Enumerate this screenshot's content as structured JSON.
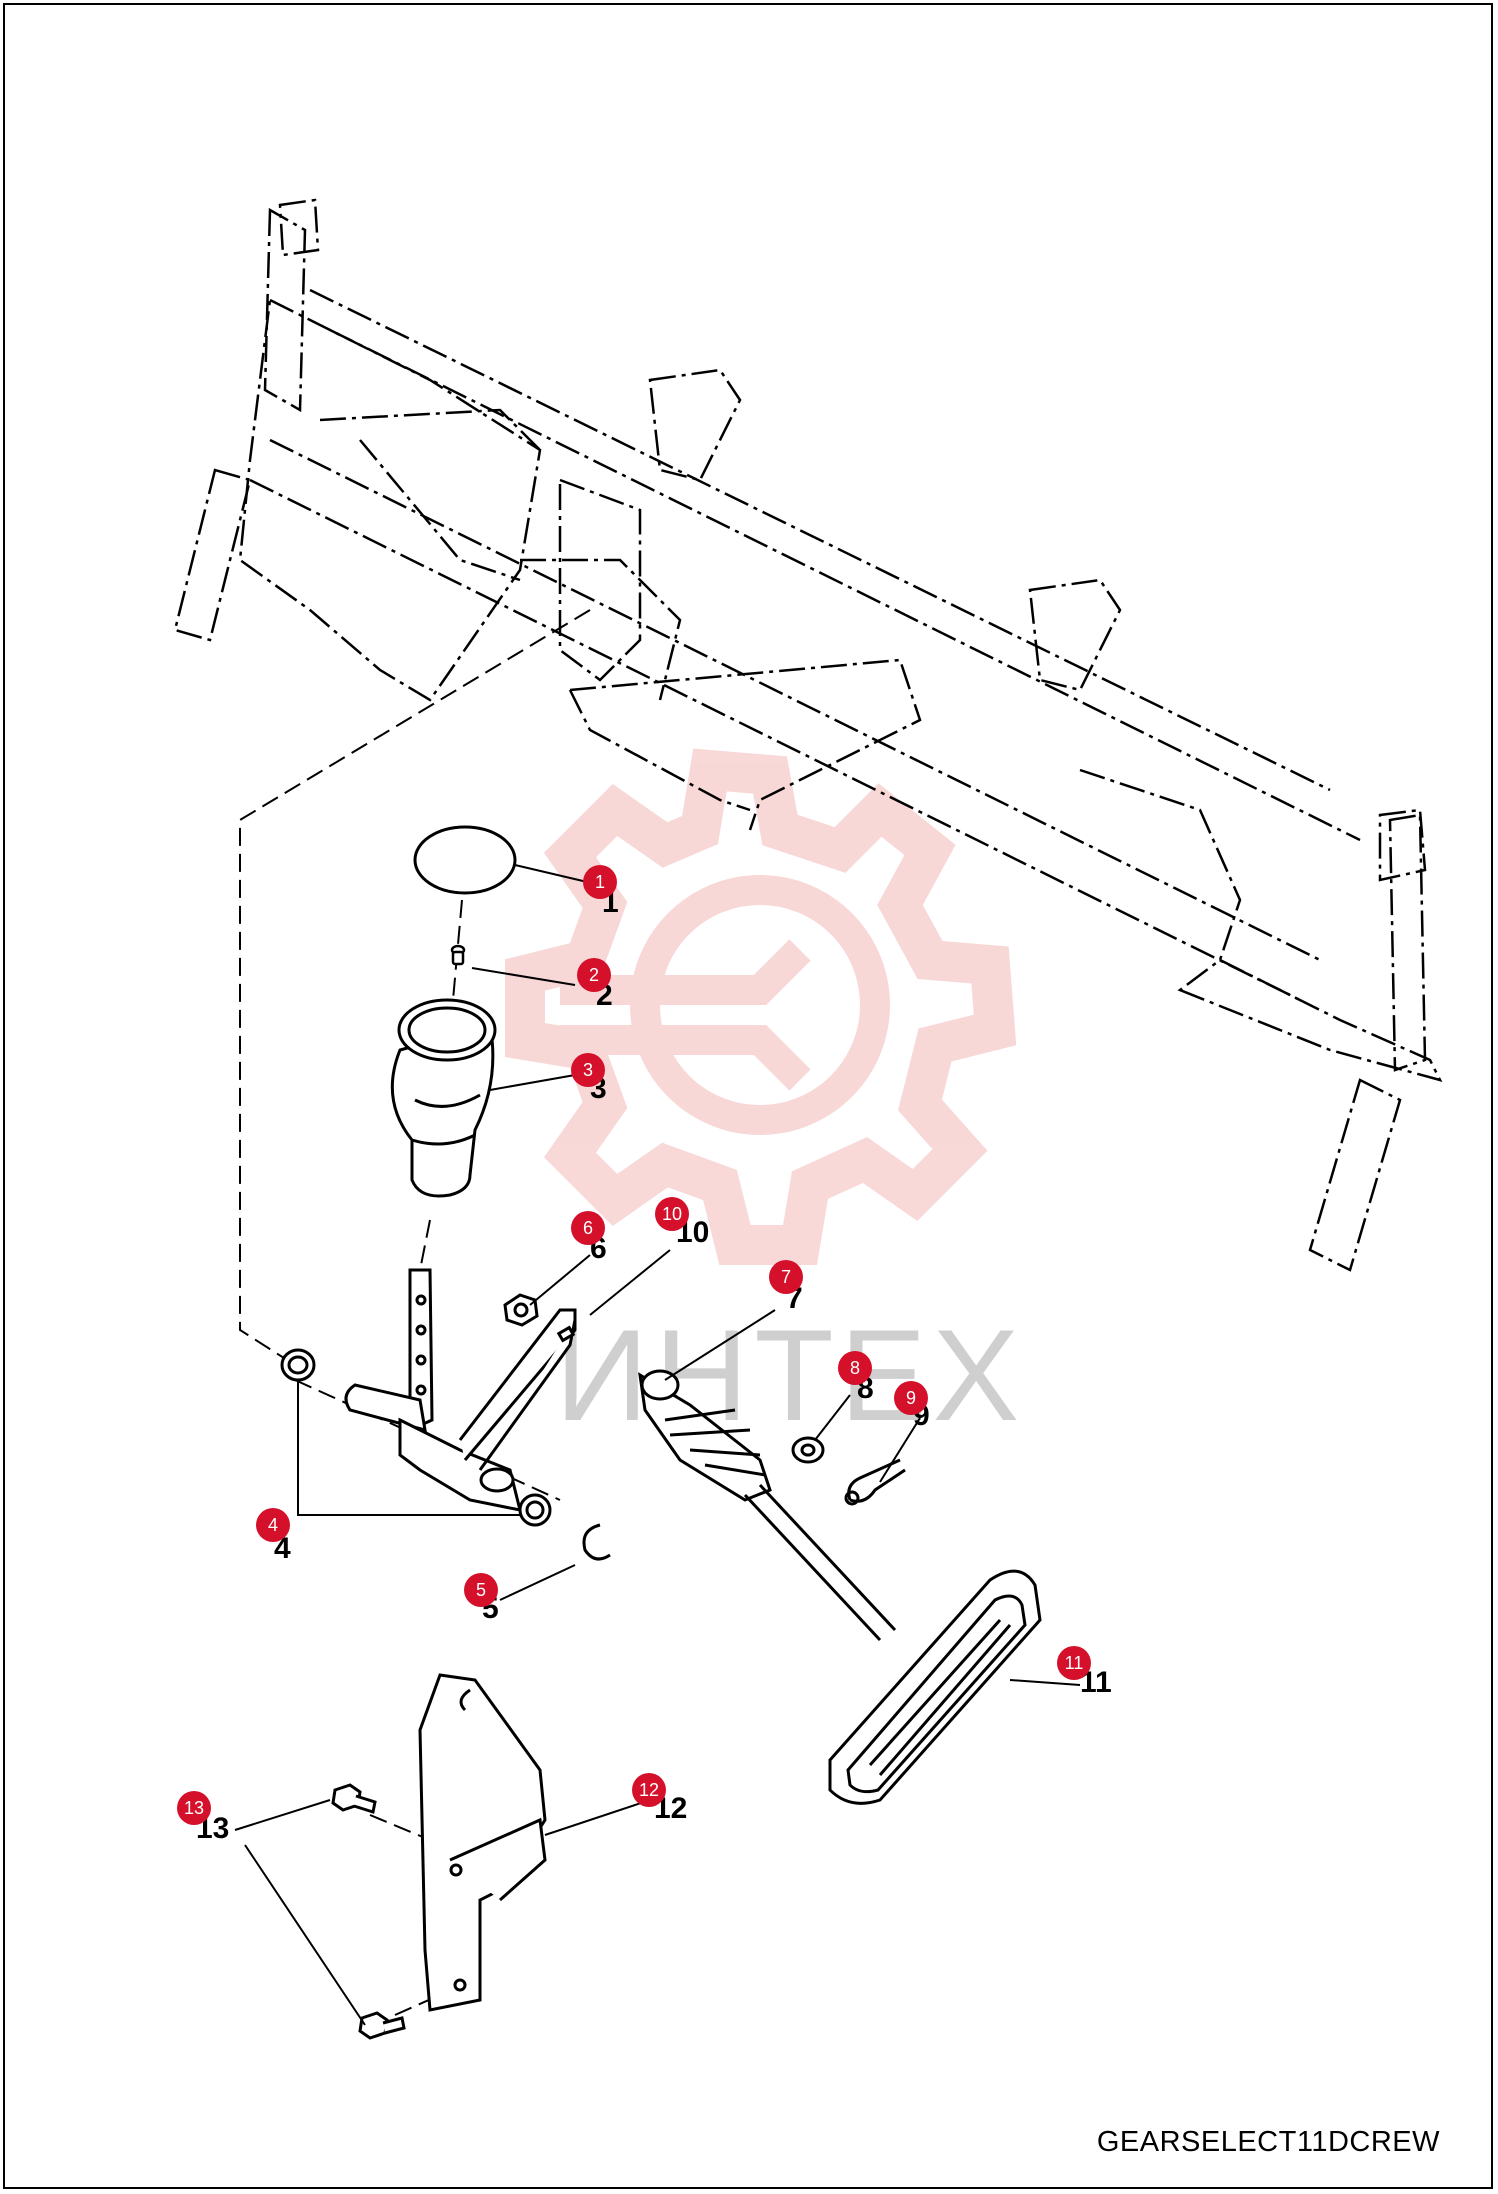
{
  "diagram": {
    "code": "GEARSELECT11DCREW",
    "watermark_text": "ИНТЕХ",
    "accent_color": "#d4102a",
    "watermark_color": "#f4b8b8",
    "callouts": [
      {
        "num": "1",
        "label": "1"
      },
      {
        "num": "2",
        "label": "2"
      },
      {
        "num": "3",
        "label": "3"
      },
      {
        "num": "4",
        "label": "4"
      },
      {
        "num": "5",
        "label": "5"
      },
      {
        "num": "6",
        "label": "6"
      },
      {
        "num": "7",
        "label": "7"
      },
      {
        "num": "8",
        "label": "8"
      },
      {
        "num": "9",
        "label": "9"
      },
      {
        "num": "10",
        "label": "10"
      },
      {
        "num": "11",
        "label": "11"
      },
      {
        "num": "12",
        "label": "12"
      },
      {
        "num": "13",
        "label": "13"
      }
    ]
  }
}
